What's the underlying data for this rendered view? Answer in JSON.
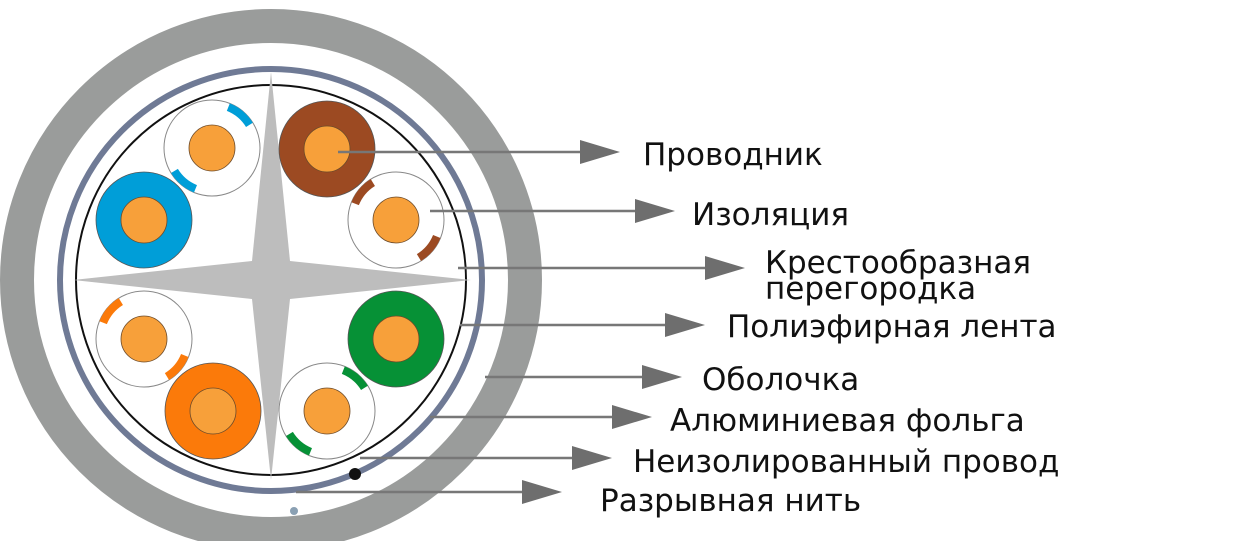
{
  "title": "Cable cross-section",
  "labels": {
    "conductor": "Проводник",
    "insulation": "Изоляция",
    "separator_line1": "Крестообразная",
    "separator_line2": "перегородка",
    "polyester_tape": "Полиэфирная лента",
    "jacket": "Оболочка",
    "aluminum_foil": "Алюминиевая фольга",
    "drain_wire": "Неизолированный провод",
    "rip_cord": "Разрывная нить"
  },
  "colors": {
    "jacket": "#9a9c9b",
    "foil": "#6f7a95",
    "separator": "#bdbdbd",
    "copper": "#f7a03a",
    "blue": "#009ed8",
    "brown": "#9c4a22",
    "orange": "#fb7a0a",
    "green": "#069136",
    "arrow": "#6e6e6e"
  }
}
